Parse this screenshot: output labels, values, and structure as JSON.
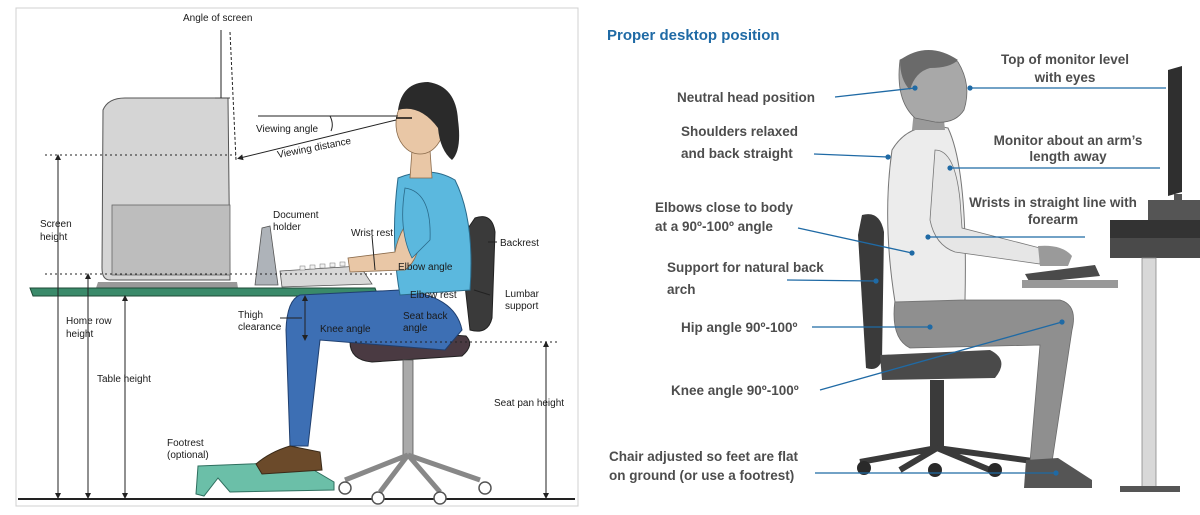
{
  "left_panel": {
    "labels": {
      "angle_of_screen": "Angle of screen",
      "viewing_angle": "Viewing angle",
      "viewing_distance": "Viewing distance",
      "screen_height_1": "Screen",
      "screen_height_2": "height",
      "document_holder_1": "Document",
      "document_holder_2": "holder",
      "wrist_rest": "Wrist rest",
      "backrest": "Backrest",
      "elbow_angle": "Elbow angle",
      "elbow_rest": "Elbow rest",
      "lumbar_support_1": "Lumbar",
      "lumbar_support_2": "support",
      "home_row_height_1": "Home row",
      "home_row_height_2": "height",
      "thigh_clearance_1": "Thigh",
      "thigh_clearance_2": "clearance",
      "knee_angle": "Knee angle",
      "seat_back_angle_1": "Seat back",
      "seat_back_angle_2": "angle",
      "table_height": "Table height",
      "seat_pan_height": "Seat pan height",
      "footrest_1": "Footrest",
      "footrest_2": "(optional)"
    }
  },
  "right_panel": {
    "title": "Proper desktop position",
    "labels": {
      "neutral_head": "Neutral head position",
      "shoulders_1": "Shoulders relaxed",
      "shoulders_2": "and back straight",
      "elbows_1": "Elbows close to body",
      "elbows_2": "at a 90º-100º angle",
      "support_back_1": "Support for natural back",
      "support_back_2": "arch",
      "hip_angle": "Hip angle 90º-100º",
      "knee_angle": "Knee angle 90º-100º",
      "chair_feet_1": "Chair adjusted so feet are flat",
      "chair_feet_2": "on ground (or use a footrest)",
      "top_monitor_1": "Top of monitor level",
      "top_monitor_2": "with eyes",
      "monitor_arm_1": "Monitor about an arm’s",
      "monitor_arm_2": "length away",
      "wrists_1": "Wrists in straight line with",
      "wrists_2": "forearm"
    },
    "colors": {
      "title": "#1f6aa5",
      "leader": "#1f6aa5",
      "label": "#4d4d4d"
    }
  },
  "colors": {
    "left_shirt": "#5bb8de",
    "left_pants": "#3d6fb4",
    "desk": "#3a8a6a",
    "footrest": "#6bbfa8",
    "right_figure": "#c7c7c7",
    "right_furniture": "#4a4a4a"
  }
}
